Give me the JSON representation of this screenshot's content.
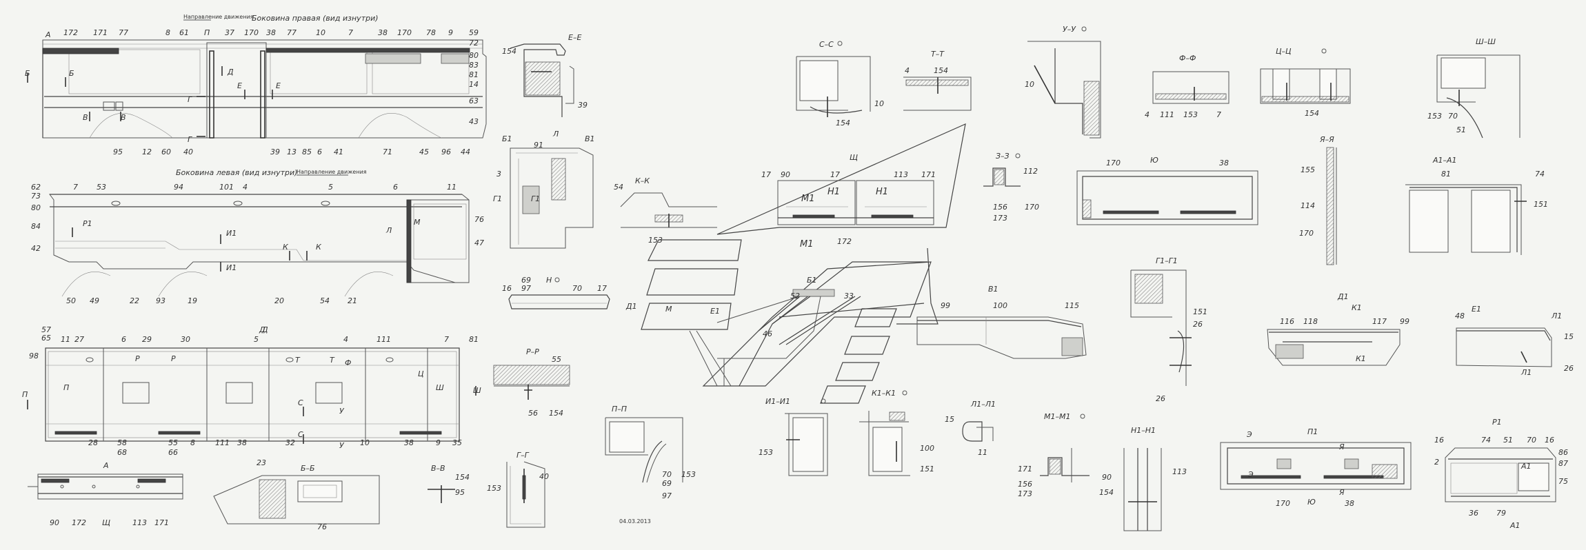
{
  "headings": {
    "right_side": "Боковина правая (вид изнутри)",
    "left_side": "Боковина левая (вид изнутри)",
    "direction": "Направление движения"
  },
  "date": "04.03.2013",
  "section_titles": {
    "ee": "Е–Е",
    "l": "Л",
    "kk": "К–К",
    "h": "Н",
    "pp": "Р–Р",
    "pip": "П–П",
    "gg": "Г–Г",
    "vv": "В–В",
    "a": "А",
    "bb": "Б–Б",
    "sch": "Щ",
    "ss": "С–С",
    "tt": "Т–Т",
    "uu": "У–У",
    "ff": "Ф–Ф",
    "cc": "Ц–Ц",
    "shsh": "Ш–Ш",
    "zz": "З–З",
    "yu": "Ю",
    "yaya": "Я–Я",
    "a1a1": "А1–А1",
    "b1": "В1",
    "g1g1": "Г1–Г1",
    "d1": "Д1",
    "e1": "Е1",
    "i1i1": "И1–И1",
    "k1k1": "К1–К1",
    "l1l1": "Л1–Л1",
    "m1m1": "М1–М1",
    "n1n1": "Н1–Н1",
    "p1": "П1",
    "r1": "Р1",
    "d": "Д",
    "m": "М"
  },
  "labels": {
    "right_top": [
      "А",
      "172",
      "171",
      "77",
      "8",
      "61",
      "П",
      "37",
      "170",
      "38",
      "77",
      "10",
      "7",
      "38",
      "170",
      "78",
      "9",
      "59",
      "72",
      "80",
      "83",
      "81",
      "14"
    ],
    "right_left": [
      "Б",
      "Б",
      "В",
      "В"
    ],
    "right_mid": [
      "Д",
      "Е",
      "Е",
      "Г",
      "Г"
    ],
    "right_side_nums": [
      "63",
      "43"
    ],
    "right_bottom": [
      "95",
      "12",
      "60",
      "40",
      "39",
      "13",
      "85",
      "6",
      "41",
      "71",
      "45",
      "96",
      "44"
    ],
    "left_top": [
      "62",
      "73",
      "80",
      "84",
      "42",
      "7",
      "53",
      "94",
      "101",
      "4",
      "5",
      "6",
      "11"
    ],
    "left_mid": [
      "Р1",
      "И1",
      "И1",
      "К",
      "К",
      "Л",
      "М",
      "76",
      "47"
    ],
    "left_bottom": [
      "50",
      "49",
      "22",
      "93",
      "19",
      "20",
      "54",
      "21"
    ],
    "roof_top": [
      "57",
      "65",
      "11",
      "27",
      "6",
      "29",
      "30",
      "5",
      "4",
      "111",
      "7",
      "81",
      "98",
      "П",
      "П",
      "Д"
    ],
    "roof_mid": [
      "Р",
      "Р",
      "Т",
      "Т",
      "Ф",
      "Ц",
      "Ш",
      "Ш",
      "С",
      "С",
      "У",
      "У"
    ],
    "roof_bottom": [
      "28",
      "58",
      "68",
      "55",
      "66",
      "8",
      "111",
      "38",
      "32",
      "10",
      "38",
      "9",
      "35"
    ],
    "a_nums": [
      "90",
      "172",
      "Щ",
      "113",
      "171"
    ],
    "bb_nums": [
      "23",
      "76"
    ],
    "vv_nums": [
      "154",
      "95"
    ],
    "gg_nums": [
      "40",
      "153"
    ],
    "ee_nums": [
      "154",
      "39"
    ],
    "l_nums": [
      "91",
      "Б1",
      "В1",
      "3",
      "Г1",
      "Г1"
    ],
    "kk_nums": [
      "54",
      "153"
    ],
    "h_nums": [
      "69",
      "97",
      "16",
      "70",
      "17"
    ],
    "pp_nums": [
      "55",
      "56",
      "154"
    ],
    "pip_nums": [
      "70",
      "69",
      "97",
      "153"
    ],
    "sch_nums": [
      "17",
      "90",
      "17",
      "113",
      "171",
      "М1",
      "Н1",
      "Н1",
      "М1",
      "172",
      "Б1",
      "52",
      "33",
      "46"
    ],
    "dm_nums": [
      "Д1",
      "Е1"
    ],
    "ss_nums": [
      "10",
      "154"
    ],
    "tt_nums": [
      "4",
      "154"
    ],
    "uu_nums": [
      "10"
    ],
    "ff_nums": [
      "4",
      "111",
      "153",
      "7"
    ],
    "cc_nums": [
      "154"
    ],
    "shsh_nums": [
      "153",
      "70",
      "51"
    ],
    "zz_nums": [
      "112",
      "156",
      "173",
      "170"
    ],
    "yu_nums": [
      "170",
      "38"
    ],
    "yaya_nums": [
      "155",
      "114",
      "170"
    ],
    "a1a1_nums": [
      "81",
      "74",
      "151"
    ],
    "b1_nums": [
      "99",
      "100",
      "115"
    ],
    "g1g1_nums": [
      "151",
      "26",
      "26"
    ],
    "d1_nums": [
      "116",
      "118",
      "К1",
      "117",
      "99",
      "К1"
    ],
    "e1_nums": [
      "48",
      "Л1",
      "15",
      "Л1",
      "26"
    ],
    "i1i1_nums": [
      "153"
    ],
    "k1k1_nums": [
      "100",
      "151"
    ],
    "l1l1_nums": [
      "15",
      "11"
    ],
    "m1m1_nums": [
      "171",
      "156",
      "173"
    ],
    "n1n1_nums": [
      "90",
      "154",
      "113"
    ],
    "p1_nums": [
      "Э",
      "Я",
      "Э",
      "Я",
      "170",
      "Ю",
      "38"
    ],
    "r1_nums": [
      "16",
      "74",
      "51",
      "70",
      "16",
      "86",
      "87",
      "2",
      "А1",
      "75",
      "36",
      "79",
      "А1"
    ]
  }
}
